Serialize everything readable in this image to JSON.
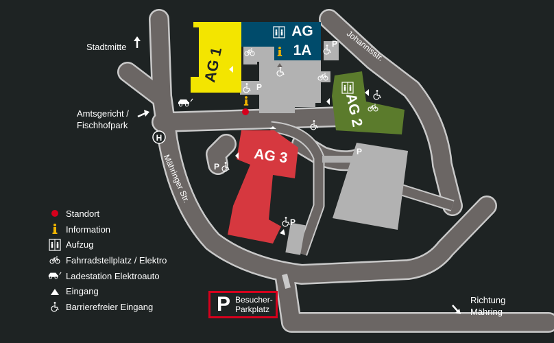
{
  "buildings": {
    "ag1": {
      "label": "AG 1",
      "color": "#f3e500"
    },
    "ag1a": {
      "label_line1": "AG",
      "label_line2": "1A",
      "color": "#004b6b"
    },
    "ag2": {
      "label": "AG 2",
      "color": "#5b7b2c"
    },
    "ag3": {
      "label": "AG 3",
      "color": "#d6383f"
    }
  },
  "streets": {
    "maehringer": "Mähringer Str.",
    "johannis": "Johannisstr."
  },
  "destinations": {
    "stadtmitte": "Stadtmitte",
    "amtsgericht_line1": "Amtsgericht /",
    "amtsgericht_line2": "Fischhofpark",
    "richtung_line1": "Richtung",
    "richtung_line2": "Mähring"
  },
  "markers": {
    "parking": "P",
    "bus_stop": "H"
  },
  "legend": [
    {
      "icon": "standort-dot-icon",
      "label": "Standort"
    },
    {
      "icon": "information-icon",
      "label": "Information"
    },
    {
      "icon": "elevator-icon",
      "label": "Aufzug"
    },
    {
      "icon": "bicycle-icon",
      "label": "Fahrradstellplatz / Elektro"
    },
    {
      "icon": "electric-car-icon",
      "label": "Ladestation Elektroauto"
    },
    {
      "icon": "entrance-triangle-icon",
      "label": "Eingang"
    },
    {
      "icon": "wheelchair-icon",
      "label": "Barrierefreier Eingang"
    }
  ],
  "visitor_parking": {
    "letter": "P",
    "line1": "Besucher-",
    "line2": "Parkplatz"
  },
  "colors": {
    "background": "#1e2323",
    "road": "#6b6664",
    "road_edge": "#c9c9c9",
    "building_grey": "#b2b2b2",
    "standort": "#d6001c",
    "information": "#f0b400"
  }
}
